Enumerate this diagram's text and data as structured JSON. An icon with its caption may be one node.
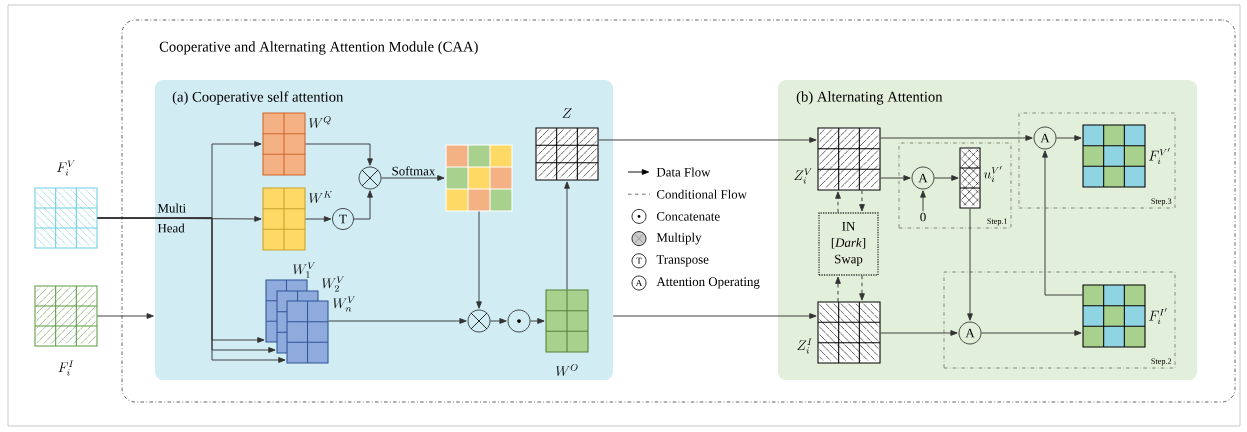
{
  "diagram": {
    "nodes": [
      {
        "text": [
          "Cooperative and Alternating Attention Module (CAA)"
        ]
      },
      {
        "text": [
          "(a) Cooperative self attention"
        ],
        "in": 0
      },
      {
        "text": [
          "F_i^V"
        ]
      },
      {
        "text": [
          "F_i^I"
        ]
      },
      {
        "text": [
          "W^Q"
        ],
        "in": 1
      },
      {
        "text": [
          "W^K"
        ],
        "in": 1
      },
      {
        "text": [],
        "shape": "circle",
        "in": 1
      },
      {
        "text": [
          "T"
        ],
        "in": 1
      },
      {
        "text": [],
        "shape": "box",
        "in": 1
      },
      {
        "text": [
          "W_1^V"
        ],
        "in": 1
      },
      {
        "text": [
          "W_2^V"
        ],
        "in": 1
      },
      {
        "text": [
          "W_n^V"
        ],
        "in": 1
      },
      {
        "text": [],
        "shape": "circle",
        "in": 1
      },
      {
        "text": [],
        "shape": "circle",
        "in": 1
      },
      {
        "text": [
          "W^O"
        ],
        "in": 1
      },
      {
        "text": [
          "Z"
        ],
        "in": 1
      },
      {
        "text": [
          "(b) Alternating Attention"
        ],
        "in": 0
      },
      {
        "text": [
          "Z_i^V"
        ],
        "in": 16
      },
      {
        "text": [
          "IN [*Dark*] Swap"
        ],
        "in": 16
      },
      {
        "text": [
          "Z_i^I"
        ],
        "in": 16
      },
      {
        "text": [
          "Step.1"
        ],
        "in": 16
      },
      {
        "text": [
          "A"
        ],
        "in": 20
      },
      {
        "text": [
          "0"
        ],
        "in": 20
      },
      {
        "text": [
          "u_i^{V'}"
        ],
        "in": 20
      },
      {
        "text": [
          "Step.3"
        ],
        "in": 16
      },
      {
        "text": [
          "A"
        ],
        "in": 24
      },
      {
        "text": [
          "F_i^{V'}"
        ],
        "in": 24
      },
      {
        "text": [
          "Step.2"
        ],
        "in": 16
      },
      {
        "text": [
          "A"
        ],
        "in": 27
      },
      {
        "text": [
          "F_i^{I'}"
        ],
        "in": 27
      }
    ],
    "edges": [
      {
        "from": 2,
        "to": 4,
        "arrow": "to"
      },
      {
        "from": 2,
        "to": 5,
        "arrow": "to",
        "label": "Multi Head"
      },
      {
        "from": 2,
        "to": 9,
        "arrow": "to"
      },
      {
        "from": 2,
        "to": 10,
        "arrow": "to"
      },
      {
        "from": 2,
        "to": 11,
        "arrow": "to"
      },
      {
        "from": 3,
        "to": 1,
        "arrow": "to"
      },
      {
        "from": 4,
        "to": 6,
        "arrow": "to"
      },
      {
        "from": 5,
        "to": 7,
        "arrow": "to"
      },
      {
        "from": 7,
        "to": 6,
        "arrow": "to"
      },
      {
        "from": 6,
        "to": 8,
        "arrow": "to",
        "label": "Softmax"
      },
      {
        "from": 8,
        "to": 12,
        "arrow": "to"
      },
      {
        "from": 11,
        "to": 12,
        "arrow": "to"
      },
      {
        "from": 12,
        "to": 13,
        "arrow": "to"
      },
      {
        "from": 13,
        "to": 14,
        "arrow": "to"
      },
      {
        "from": 14,
        "to": 15,
        "arrow": "to"
      },
      {
        "from": 15,
        "to": 17,
        "arrow": "to"
      },
      {
        "from": 1,
        "to": 19,
        "arrow": "to"
      },
      {
        "from": 17,
        "to": 18,
        "arrow": "to",
        "style": "dashed"
      },
      {
        "from": 18,
        "to": 17,
        "arrow": "to",
        "style": "dashed"
      },
      {
        "from": 18,
        "to": 19,
        "arrow": "to",
        "style": "dashed"
      },
      {
        "from": 19,
        "to": 18,
        "arrow": "to",
        "style": "dashed"
      },
      {
        "from": 17,
        "to": 21,
        "arrow": "to"
      },
      {
        "from": 22,
        "to": 21,
        "arrow": "to"
      },
      {
        "from": 21,
        "to": 23,
        "arrow": "to"
      },
      {
        "from": 23,
        "to": 28,
        "arrow": "to"
      },
      {
        "from": 17,
        "to": 25,
        "arrow": "to"
      },
      {
        "from": 25,
        "to": 26,
        "arrow": "to"
      },
      {
        "from": 19,
        "to": 28,
        "arrow": "to"
      },
      {
        "from": 28,
        "to": 29,
        "arrow": "to"
      },
      {
        "from": 29,
        "to": 25,
        "arrow": "to"
      }
    ],
    "labels": [
      "T",
      "A"
    ],
    "legend": [
      {
        "text": "Data Flow"
      },
      {
        "text": "Conditional Flow"
      },
      {
        "text": "Concatenate"
      },
      {
        "text": "Multiply"
      },
      {
        "text": "Transpose"
      },
      {
        "text": "Attention Operating"
      }
    ]
  }
}
